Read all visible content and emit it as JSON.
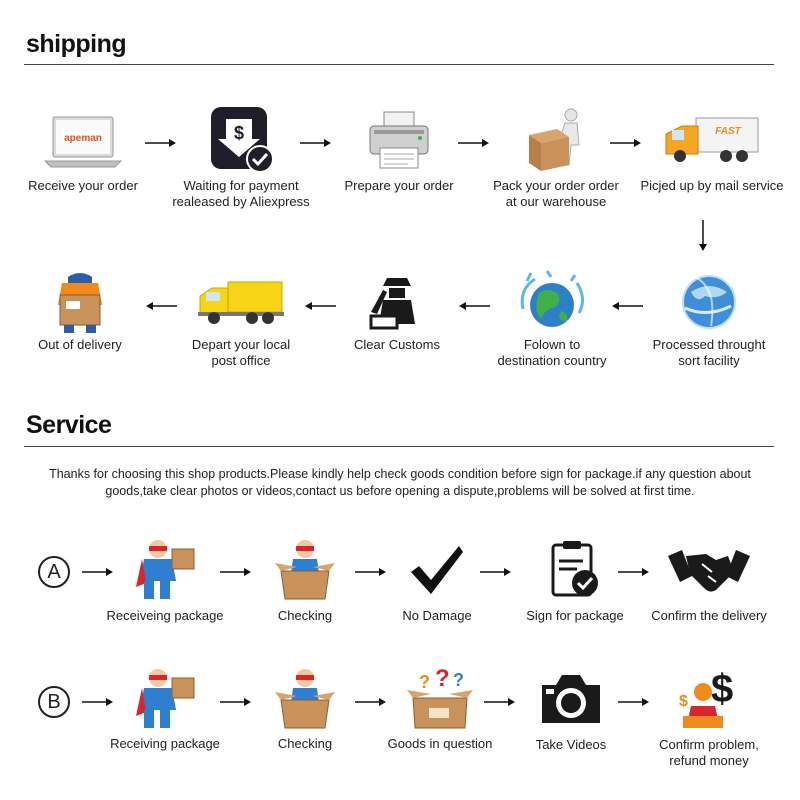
{
  "shipping": {
    "title": "shipping",
    "steps": [
      {
        "label": "Receive your order",
        "icon": "laptop-icon",
        "brand": "apeman"
      },
      {
        "label": "Waiting for payment\nrealeased by Aliexpress",
        "icon": "payment-icon"
      },
      {
        "label": "Prepare your order",
        "icon": "printer-icon"
      },
      {
        "label": "Pack your order order\nat our warehouse",
        "icon": "packing-icon"
      },
      {
        "label": "Picjed up by mail service",
        "icon": "fast-truck-icon",
        "truck_text": "FAST"
      },
      {
        "label": "Processed throught\nsort facility",
        "icon": "globe-icon"
      },
      {
        "label": "Folown to\ndestination country",
        "icon": "splash-globe-icon"
      },
      {
        "label": "Clear Customs",
        "icon": "customs-officer-icon"
      },
      {
        "label": "Depart your local\npost office",
        "icon": "yellow-truck-icon"
      },
      {
        "label": "Out of delivery",
        "icon": "courier-icon"
      }
    ]
  },
  "service": {
    "title": "Service",
    "intro": "Thanks for choosing this shop products.Please kindly help check goods condition before sign for package.if any question about goods,take clear photos or videos,contact us before opening a dispute,problems will be solved at first time.",
    "row_a": {
      "letter": "A",
      "steps": [
        {
          "label": "Receiveing package",
          "icon": "hero-package-icon"
        },
        {
          "label": "Checking",
          "icon": "hero-box-icon"
        },
        {
          "label": "No Damage",
          "icon": "checkmark-icon"
        },
        {
          "label": "Sign for package",
          "icon": "clipboard-check-icon"
        },
        {
          "label": "Confirm the delivery",
          "icon": "handshake-icon"
        }
      ]
    },
    "row_b": {
      "letter": "B",
      "steps": [
        {
          "label": "Receiving package",
          "icon": "hero-package-icon"
        },
        {
          "label": "Checking",
          "icon": "hero-box-icon"
        },
        {
          "label": "Goods in question",
          "icon": "question-box-icon",
          "marks": "?",
          "marks_b": "?",
          "marks_c": "?"
        },
        {
          "label": "Take Videos",
          "icon": "camera-icon"
        },
        {
          "label": "Confirm problem,\nrefund money",
          "icon": "support-agent-icon",
          "currency": "$"
        }
      ]
    }
  },
  "colors": {
    "truck_orange": "#f5a623",
    "truck_yellow": "#f7d417",
    "box_brown": "#c8925a",
    "hero_blue": "#2f7fd1",
    "hero_red": "#d8262b",
    "accent_dark": "#1a1a1a"
  }
}
